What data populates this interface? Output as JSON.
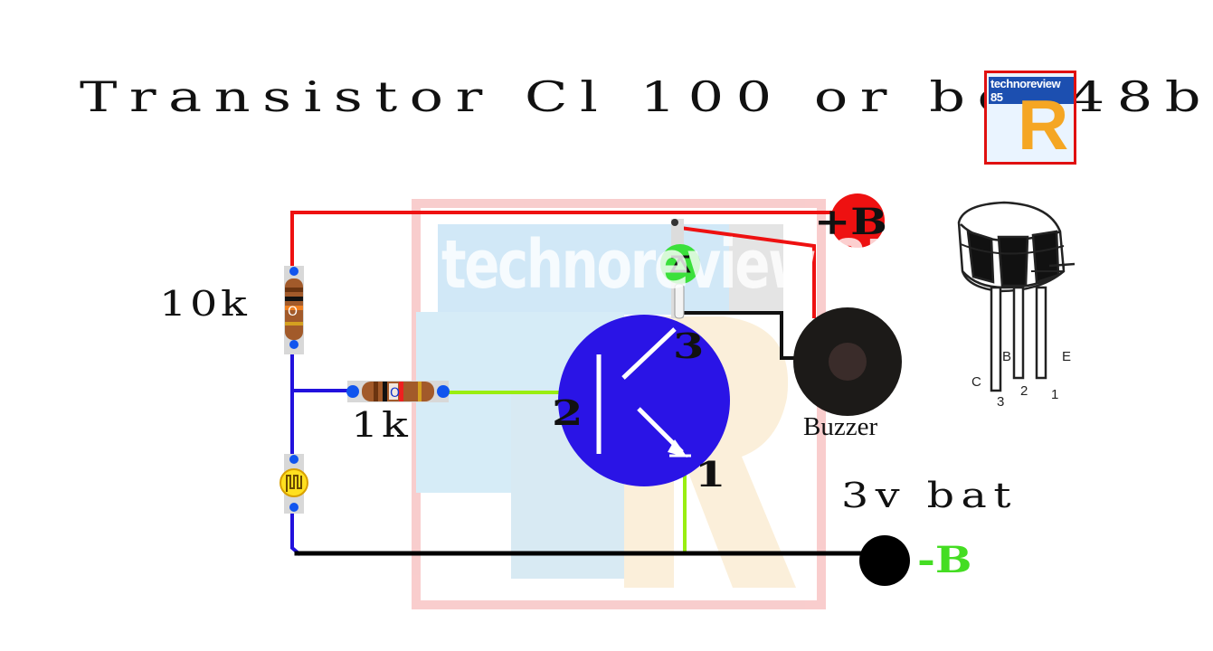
{
  "title": "Transistor Cl 100 or bc148b",
  "resistor_10k_label": "10k",
  "resistor_1k_label": "1k",
  "buzzer_label": "Buzzer",
  "battery_label": "3v bat",
  "positive_terminal": "+B",
  "negative_terminal": "-B",
  "transistor_pins": {
    "emitter": "1",
    "base": "2",
    "collector": "3"
  },
  "package_pin_letters": {
    "c": "C",
    "b": "B",
    "e": "E"
  },
  "package_pin_numbers": {
    "c": "3",
    "b": "2",
    "e": "1"
  },
  "watermark_text": "technoreview 85",
  "logo": {
    "text": "technoreview 85",
    "letter": "R"
  },
  "colors": {
    "positive_wire": "#ee1111",
    "negative_wire": "#000000",
    "control_wire": "#2211dd",
    "base_wire": "#99ee11",
    "transistor_body": "#2a14e6",
    "negative_label": "#44dd22"
  },
  "icons": [
    "resistor-icon",
    "ldr-icon",
    "led-icon",
    "buzzer-icon",
    "transistor-symbol-icon",
    "transistor-package-icon"
  ]
}
